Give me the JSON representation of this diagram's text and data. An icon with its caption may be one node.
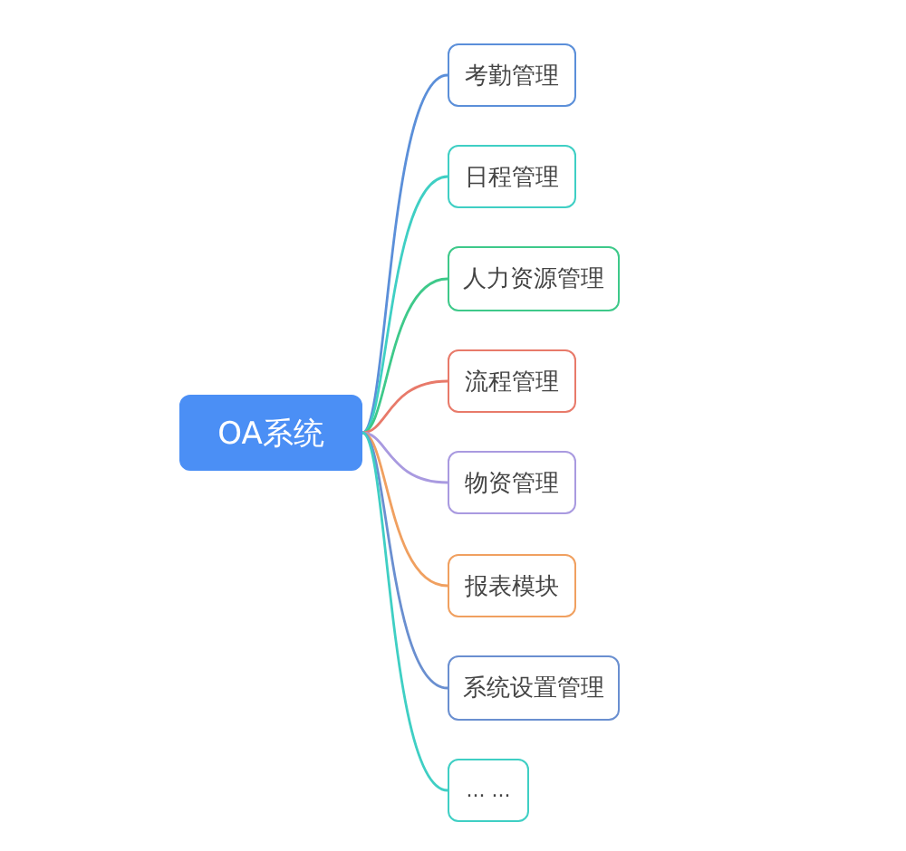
{
  "diagram": {
    "nodes": [
      {
        "text": [
          "OA系统"
        ]
      },
      {
        "text": [
          "考勤管理"
        ]
      },
      {
        "text": [
          "日程管理"
        ]
      },
      {
        "text": [
          "人力资源管理"
        ]
      },
      {
        "text": [
          "流程管理"
        ]
      },
      {
        "text": [
          "物资管理"
        ]
      },
      {
        "text": [
          "报表模块"
        ]
      },
      {
        "text": [
          "系统设置管理"
        ]
      },
      {
        "text": [
          "... ..."
        ]
      }
    ],
    "edges": [
      {
        "from": 0,
        "to": 1,
        "arrow": "none",
        "color": "#5b8fd9"
      },
      {
        "from": 0,
        "to": 2,
        "arrow": "none",
        "color": "#3fcfc4"
      },
      {
        "from": 0,
        "to": 3,
        "arrow": "none",
        "color": "#3ec98a"
      },
      {
        "from": 0,
        "to": 4,
        "arrow": "none",
        "color": "#e87a6a"
      },
      {
        "from": 0,
        "to": 5,
        "arrow": "none",
        "color": "#a99ae0"
      },
      {
        "from": 0,
        "to": 6,
        "arrow": "none",
        "color": "#f0a060"
      },
      {
        "from": 0,
        "to": 7,
        "arrow": "none",
        "color": "#6a8fd0"
      },
      {
        "from": 0,
        "to": 8,
        "arrow": "none",
        "color": "#3fcfc4"
      }
    ]
  }
}
